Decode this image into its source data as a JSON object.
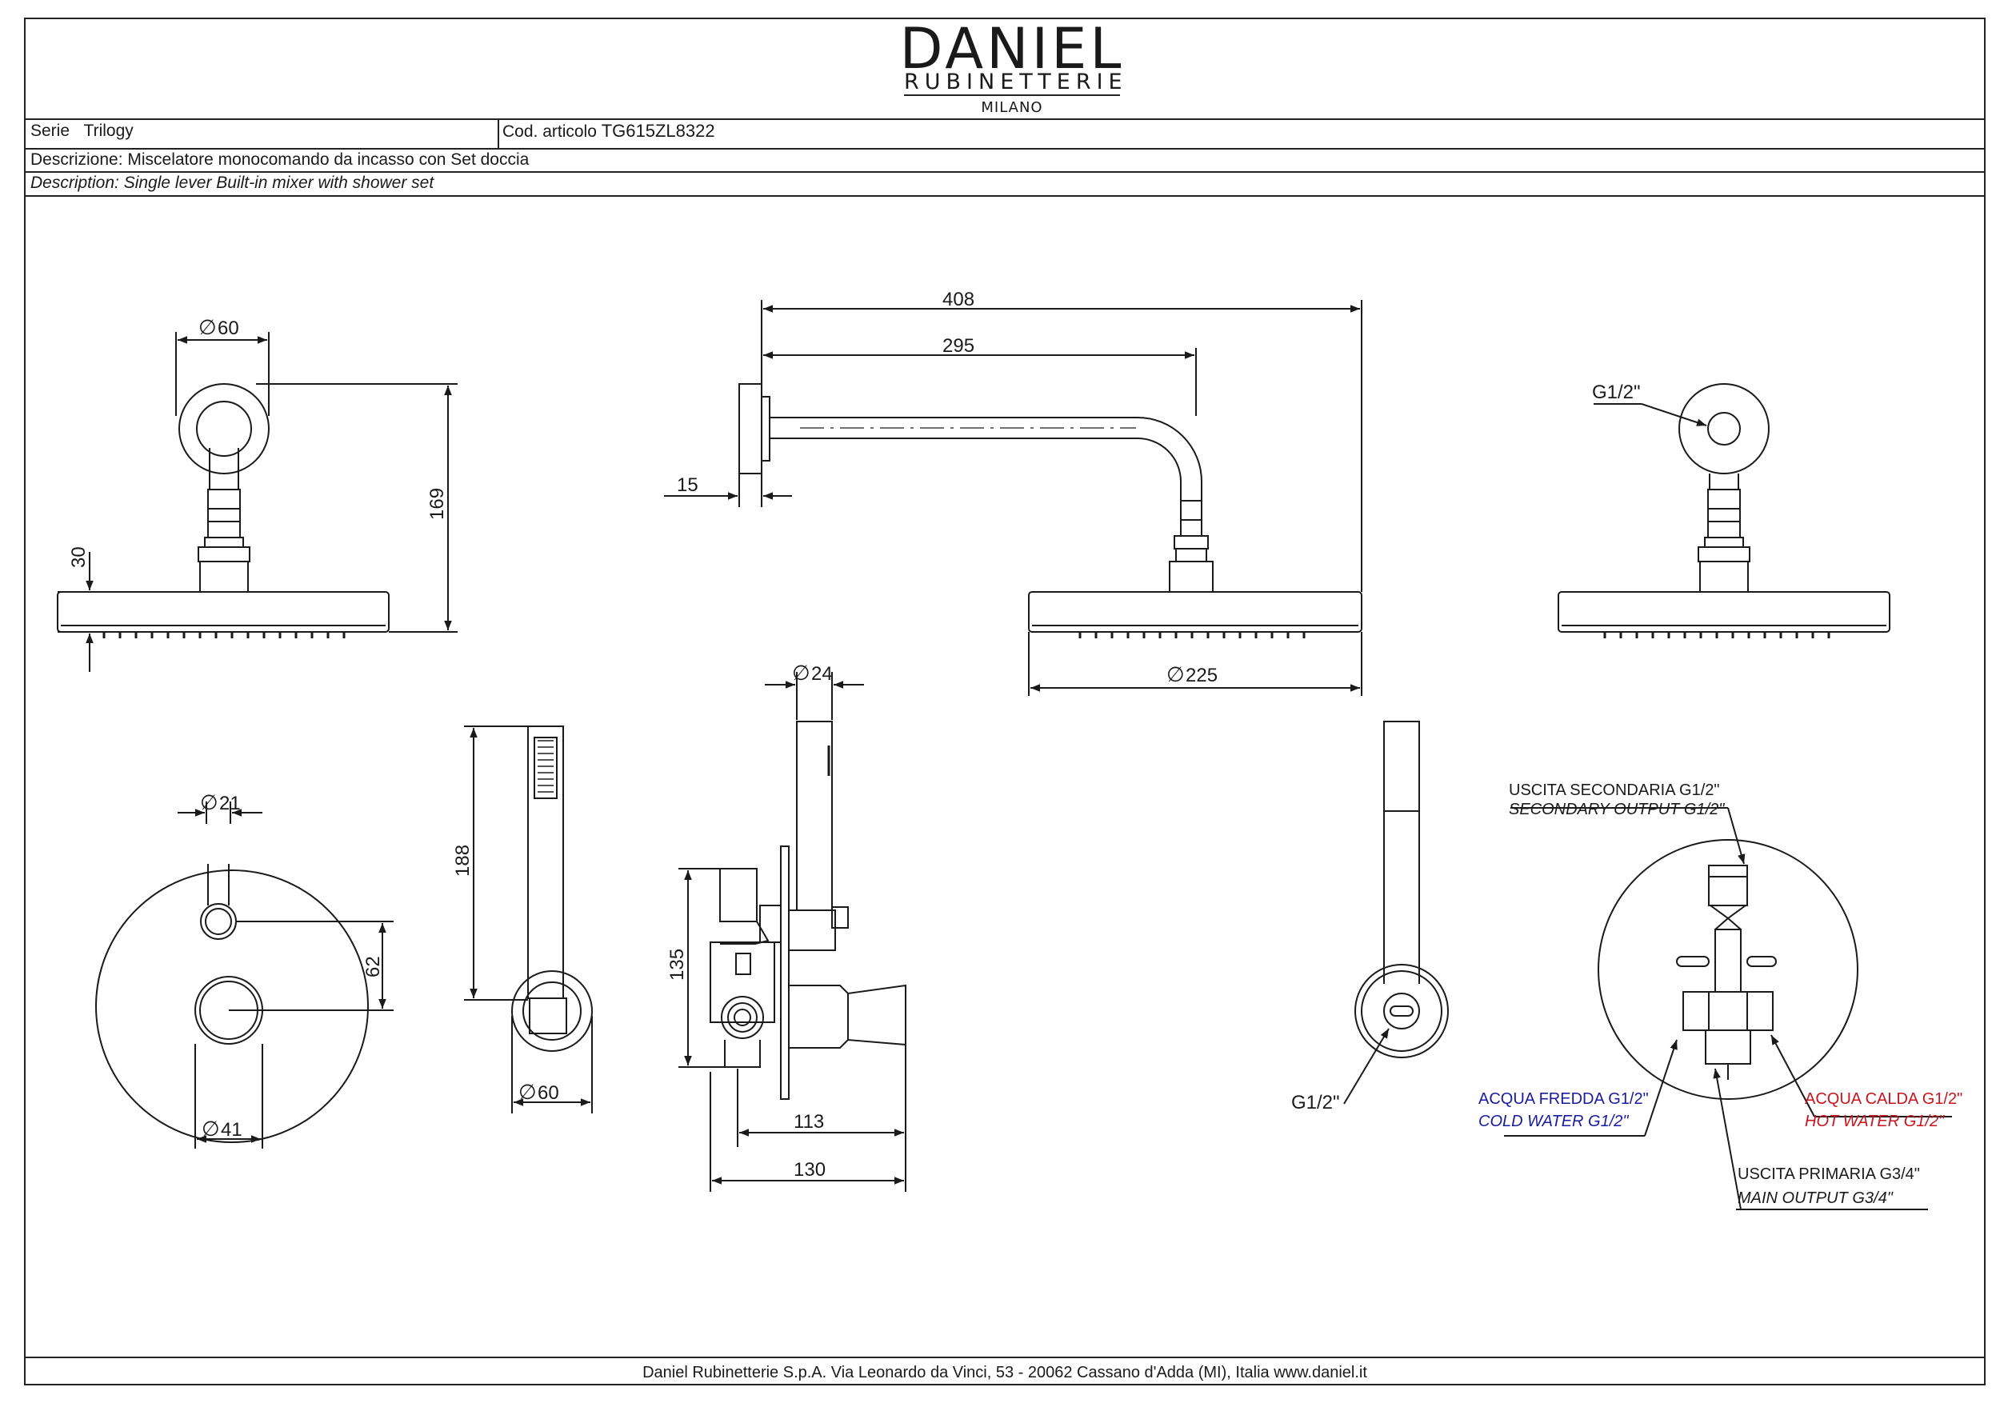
{
  "brand": {
    "name": "DANIEL",
    "subtitle": "RUBINETTERIE",
    "city": "MILANO"
  },
  "header": {
    "serie_label": "Serie",
    "serie_value": "Trilogy",
    "code_label": "Cod. articolo",
    "code_value": "TG615ZL8322",
    "descrizione": "Descrizione: Miscelatore monocomando da incasso con Set doccia",
    "description": "Description: Single lever Built-in mixer with shower set"
  },
  "dimensions": {
    "d60_top": "60",
    "h169": "169",
    "h30": "30",
    "l408": "408",
    "l295": "295",
    "t15": "15",
    "d225": "225",
    "g12_top": "G1/2\"",
    "d24": "24",
    "d21": "21",
    "h62": "62",
    "d41": "41",
    "h188": "188",
    "d60_bottom": "60",
    "h135": "135",
    "l113": "113",
    "l130": "130",
    "g12_bottom": "G1/2\""
  },
  "labels": {
    "secondary_it": "USCITA SECONDARIA G1/2\"",
    "secondary_en": "SECONDARY OUTPUT G1/2\"",
    "cold_it": "ACQUA FREDDA G1/2\"",
    "cold_en": "COLD WATER G1/2\"",
    "hot_it": "ACQUA CALDA G1/2\"",
    "hot_en": "HOT WATER G1/2\"",
    "main_it": "USCITA PRIMARIA G3/4\"",
    "main_en": "MAIN OUTPUT G3/4\""
  },
  "colors": {
    "cold": "#1a1aa0",
    "hot": "#c8141e",
    "line": "#1a1a1a"
  },
  "footer": "Daniel Rubinetterie S.p.A. Via Leonardo da Vinci, 53 - 20062 Cassano d'Adda (MI), Italia www.daniel.it"
}
